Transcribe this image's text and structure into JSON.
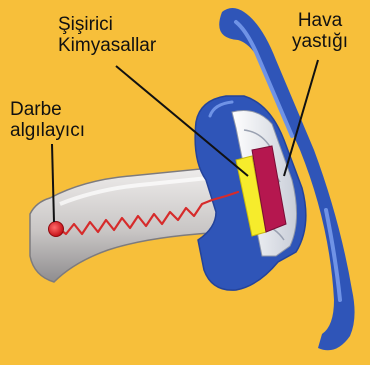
{
  "labels": {
    "chemicals": [
      "Şişirici",
      "Kimyasallar"
    ],
    "airbag": [
      "Hava",
      "yastığı"
    ],
    "sensor": [
      "Darbe",
      "algılayıcı"
    ]
  },
  "colors": {
    "background": "#f7bf3a",
    "wheel": "#2f55b8",
    "wheel_light": "#5f86e0",
    "column": "#d4d0cf",
    "chemical_yellow": "#f6ec2c",
    "chemical_magenta": "#b5174f",
    "spring": "#d62b2b",
    "sensor": "#d81d1d",
    "leader_line": "#111111"
  }
}
